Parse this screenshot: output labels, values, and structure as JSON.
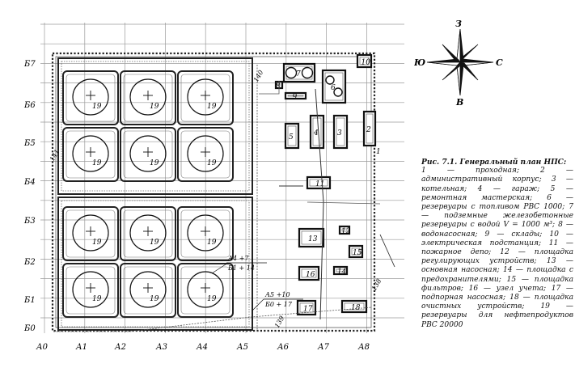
{
  "plan": {
    "col_labels": [
      "А0",
      "А1",
      "А2",
      "А3",
      "А4",
      "А5",
      "А6",
      "А7",
      "А8"
    ],
    "row_labels": [
      "Б0",
      "Б1",
      "Б2",
      "Б3",
      "Б4",
      "Б5",
      "Б6",
      "Б7"
    ],
    "tank_number": "19",
    "building_numbers": [
      "1",
      "2",
      "3",
      "4",
      "5",
      "6",
      "7",
      "8",
      "9",
      "10",
      "11",
      "12",
      "13",
      "14",
      "15",
      "16",
      "17",
      "18"
    ],
    "road_numbers": [
      "140",
      "141",
      "139",
      "138"
    ],
    "coordinate_labels": [
      "А4 +7",
      "Б1 + 14",
      "А5 +10",
      "Б0 + 17"
    ]
  },
  "compass": {
    "north": "З",
    "east": "С",
    "south": "В",
    "west": "Ю"
  },
  "caption": {
    "title": "Рис. 7.1. Генеральный план НПС:",
    "body": "1 — проходная; 2 — административный корпус; 3 — котельная; 4 — гараж; 5 — ремонтная мастерская; 6 — резервуары с топливом РВС 1000; 7 — подземные железобетонные резервуары с водой V = 1000 м³; 8 — водонасосная; 9 — склады; 10 — электрическая подстанция; 11 — пожарное депо; 12 — площадка регулирующих устройств; 13 — основная насосная; 14 — площадка с предохранителями; 15 — площадка фильтров; 16 — узел учета; 17 — подпорная насосная; 18 — площадка очистных устройств; 19 — резервуары для нефтепродуктов РВС 20000"
  }
}
